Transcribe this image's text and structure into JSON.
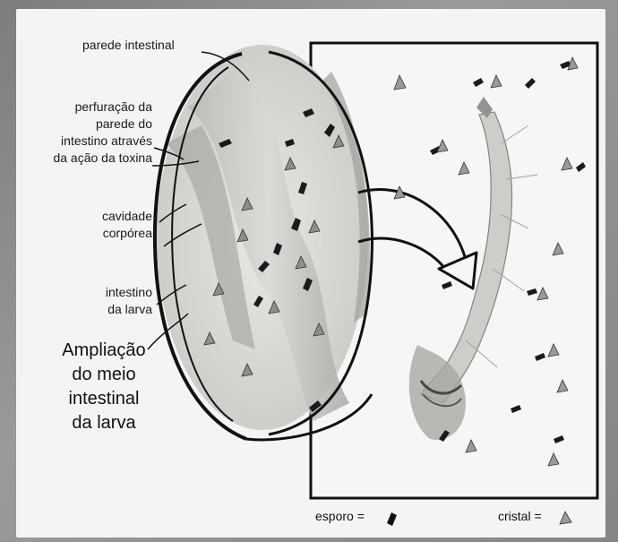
{
  "labels": {
    "parede_intestinal": "parede intestinal",
    "perfuracao_1": "perfuração da",
    "perfuracao_2": "parede do",
    "perfuracao_3": "intestino através",
    "perfuracao_4": "da ação da toxina",
    "cavidade_1": "cavidade",
    "cavidade_2": "corpórea",
    "intestino_1": "intestino",
    "intestino_2": "da larva",
    "ampliacao_1": "Ampliação",
    "ampliacao_2": "do meio",
    "ampliacao_3": "intestinal",
    "ampliacao_4": "da larva"
  },
  "legend": {
    "esporo": "esporo =",
    "cristal": "cristal ="
  },
  "icons": {
    "spore": "spore-icon",
    "crystal": "crystal-icon"
  }
}
